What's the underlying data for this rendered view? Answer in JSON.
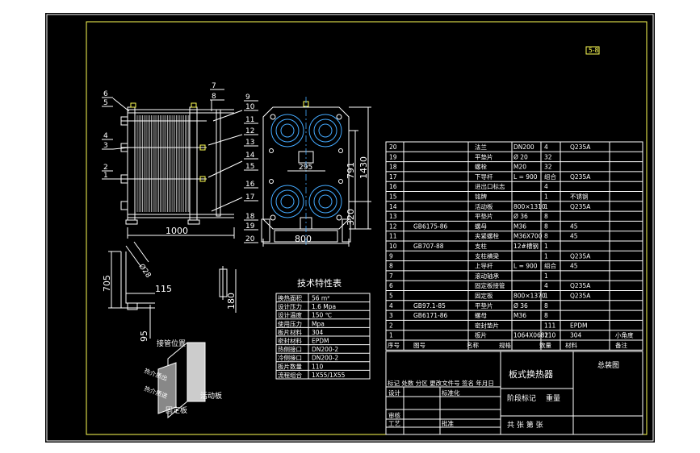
{
  "balloons_left": [
    "6",
    "5",
    "4",
    "3",
    "2",
    "1"
  ],
  "balloons_right": [
    "7",
    "8",
    "9",
    "10",
    "11",
    "12",
    "13",
    "14",
    "15",
    "16",
    "17",
    "18",
    "19",
    "20"
  ],
  "dimensions": {
    "width_front": "1000",
    "width_side": "800",
    "height_total": "1430",
    "height_791": "791",
    "height_320": "320",
    "hole_295": "295",
    "detail_705": "705",
    "detail_115": "115",
    "detail_95": "95",
    "detail_180": "180",
    "detail_phi": "Ø28"
  },
  "tech_table": {
    "title": "技术特性表",
    "rows": [
      {
        "name": "换热面积",
        "value": "56 m²"
      },
      {
        "name": "设计压力",
        "value": "1.6 Mpa"
      },
      {
        "name": "设计温度",
        "value": "150 ℃"
      },
      {
        "name": "使用压力",
        "value": "Mpa"
      },
      {
        "name": "板片材料",
        "value": "304"
      },
      {
        "name": "密封材料",
        "value": "EPDM"
      },
      {
        "name": "热侧接口",
        "value": "DN200-2"
      },
      {
        "name": "冷侧接口",
        "value": "DN200-2"
      },
      {
        "name": "板片数量",
        "value": "110"
      },
      {
        "name": "流程组合",
        "value": "1X55/1X55"
      }
    ]
  },
  "nozzle_labels": {
    "title": "接管位置",
    "fixed": "固定板",
    "movable": "活动板",
    "port_a": "热介质出",
    "port_b": "热介质进"
  },
  "bom": [
    {
      "no": "20",
      "code": "",
      "name": "法兰",
      "spec": "DN200",
      "qty": "4",
      "material": "Q235A",
      "remark": ""
    },
    {
      "no": "19",
      "code": "",
      "name": "平垫片",
      "spec": "Ø 20",
      "qty": "32",
      "material": "",
      "remark": ""
    },
    {
      "no": "18",
      "code": "",
      "name": "螺栓",
      "spec": "M20",
      "qty": "32",
      "material": "",
      "remark": ""
    },
    {
      "no": "17",
      "code": "",
      "name": "下导杆",
      "spec": "L = 900",
      "qty": "组合",
      "material": "Q235A",
      "remark": ""
    },
    {
      "no": "16",
      "code": "",
      "name": "进出口标志",
      "spec": "",
      "qty": "4",
      "material": "",
      "remark": ""
    },
    {
      "no": "15",
      "code": "",
      "name": "铭牌",
      "spec": "",
      "qty": "1",
      "material": "不锈钢",
      "remark": ""
    },
    {
      "no": "14",
      "code": "",
      "name": "活动板",
      "spec": "800×1310",
      "qty": "1",
      "material": "Q235A",
      "remark": ""
    },
    {
      "no": "13",
      "code": "",
      "name": "平垫片",
      "spec": "Ø 36",
      "qty": "8",
      "material": "",
      "remark": ""
    },
    {
      "no": "12",
      "code": "GB6175-86",
      "name": "螺母",
      "spec": "M36",
      "qty": "8",
      "material": "45",
      "remark": ""
    },
    {
      "no": "11",
      "code": "",
      "name": "夹紧螺栓",
      "spec": "M36X700",
      "qty": "8",
      "material": "45",
      "remark": ""
    },
    {
      "no": "10",
      "code": "GB707-88",
      "name": "支柱",
      "spec": "12#槽钢",
      "qty": "1",
      "material": "",
      "remark": ""
    },
    {
      "no": "9",
      "code": "",
      "name": "支柱横梁",
      "spec": "",
      "qty": "1",
      "material": "Q235A",
      "remark": ""
    },
    {
      "no": "8",
      "code": "",
      "name": "上导杆",
      "spec": "L = 900",
      "qty": "组合",
      "material": "45",
      "remark": ""
    },
    {
      "no": "7",
      "code": "",
      "name": "滚动轴承",
      "spec": "",
      "qty": "1",
      "material": "",
      "remark": ""
    },
    {
      "no": "6",
      "code": "",
      "name": "固定板接管",
      "spec": "",
      "qty": "4",
      "material": "Q235A",
      "remark": ""
    },
    {
      "no": "5",
      "code": "",
      "name": "固定板",
      "spec": "800×1370",
      "qty": "1",
      "material": "Q235A",
      "remark": ""
    },
    {
      "no": "4",
      "code": "GB97.1-85",
      "name": "平垫片",
      "spec": "Ø 36",
      "qty": "8",
      "material": "",
      "remark": ""
    },
    {
      "no": "3",
      "code": "GB6171-86",
      "name": "螺母",
      "spec": "M36",
      "qty": "8",
      "material": "",
      "remark": ""
    },
    {
      "no": "2",
      "code": "",
      "name": "密封垫片",
      "spec": "",
      "qty": "111",
      "material": "EPDM",
      "remark": ""
    },
    {
      "no": "1",
      "code": "",
      "name": "板片",
      "spec": "1064X0682",
      "qty": "110",
      "material": "304",
      "remark": "小角度"
    }
  ],
  "bom_header": [
    "序号",
    "图号",
    "名称",
    "规格",
    "数量",
    "材料",
    "备注"
  ],
  "title_block": {
    "product": "板式换热器",
    "drawing": "总装图",
    "revision_header": "标记 处数 分区 更改文件号 签名 年月日",
    "design": "设计",
    "standard": "标准化",
    "stage": "阶段标记",
    "weight": "重量",
    "review": "审核",
    "process": "工艺",
    "approve": "批准",
    "sheets": "共  张  第  张"
  },
  "stamp": "5-8"
}
